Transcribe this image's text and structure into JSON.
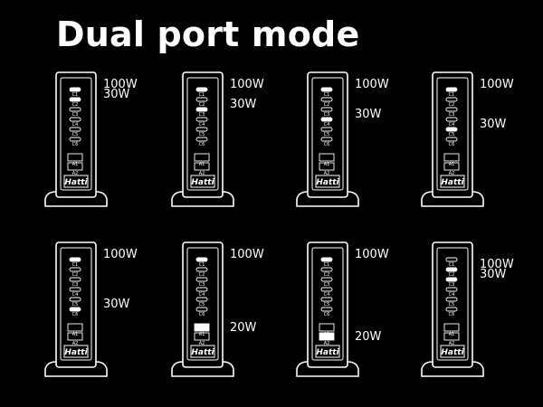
{
  "title": "Dual port mode",
  "port_names": [
    "C1",
    "C2",
    "C3",
    "C4",
    "C5",
    "C6",
    "A1",
    "A2"
  ],
  "brand_text": "Hatti",
  "colors": {
    "background": "#000000",
    "outline": "#ffffff",
    "active": "#ffffff"
  },
  "units": [
    {
      "active": [
        "C1",
        "C2"
      ],
      "labels": [
        {
          "port": "C1",
          "text": "100W"
        },
        {
          "port": "C2",
          "text": "30W"
        }
      ]
    },
    {
      "active": [
        "C1",
        "C3"
      ],
      "labels": [
        {
          "port": "C1",
          "text": "100W"
        },
        {
          "port": "C3",
          "text": "30W"
        }
      ]
    },
    {
      "active": [
        "C1",
        "C4"
      ],
      "labels": [
        {
          "port": "C1",
          "text": "100W"
        },
        {
          "port": "C4",
          "text": "30W"
        }
      ]
    },
    {
      "active": [
        "C1",
        "C5"
      ],
      "labels": [
        {
          "port": "C1",
          "text": "100W"
        },
        {
          "port": "C5",
          "text": "30W"
        }
      ]
    },
    {
      "active": [
        "C1",
        "C6"
      ],
      "labels": [
        {
          "port": "C1",
          "text": "100W"
        },
        {
          "port": "C6",
          "text": "30W"
        }
      ]
    },
    {
      "active": [
        "C1",
        "A1"
      ],
      "labels": [
        {
          "port": "C1",
          "text": "100W"
        },
        {
          "port": "A1",
          "text": "20W"
        }
      ]
    },
    {
      "active": [
        "C1",
        "A2"
      ],
      "labels": [
        {
          "port": "C1",
          "text": "100W"
        },
        {
          "port": "A2",
          "text": "20W"
        }
      ]
    },
    {
      "active": [
        "C2",
        "C3"
      ],
      "labels": [
        {
          "port": "C2",
          "text": "100W"
        },
        {
          "port": "C3",
          "text": "30W"
        }
      ]
    }
  ]
}
